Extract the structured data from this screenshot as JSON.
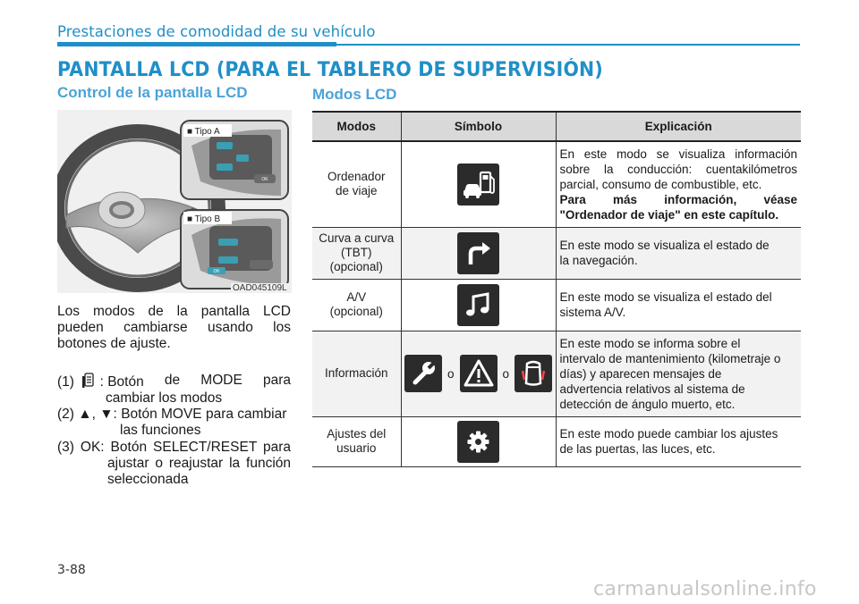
{
  "header": {
    "section": "Prestaciones de comodidad de su vehículo"
  },
  "title": "PANTALLA LCD (PARA EL TABLERO DE SUPERVISIÓN)",
  "left": {
    "heading": "Control de la pantalla LCD",
    "figure": {
      "type_a": "■ Tipo A",
      "type_b": "■ Tipo B",
      "code": "OAD045109L",
      "ok": "OK"
    },
    "intro": "Los modos de la pantalla LCD pueden cambiarse usando los botones de ajuste.",
    "items": [
      {
        "num": "(1)",
        "w1": ": Botón",
        "w2": "de",
        "w3": "MODE",
        "w4": "para",
        "rest": "cambiar los modos"
      },
      {
        "num": "(2)",
        "arrows": "▲, ▼:",
        "head": "Botón MOVE para cambiar",
        "rest": "las funciones"
      },
      {
        "num": "(3)",
        "head": "OK: Botón SELECT/RESET para",
        "rest": "ajustar o reajustar la función seleccionada"
      }
    ]
  },
  "right": {
    "heading": "Modos LCD",
    "columns": [
      "Modos",
      "Símbolo",
      "Explicación"
    ],
    "rows": [
      {
        "mode": [
          "Ordenador",
          "de viaje"
        ],
        "icon": "trip-computer-icon",
        "text": [
          "En este modo se visualiza información",
          "sobre la conducción: cuentakilómetros",
          "parcial, consumo de combustible, etc."
        ],
        "bold": [
          "Para más información, véase",
          "\"Ordenador de viaje\" en este capítulo."
        ]
      },
      {
        "mode": [
          "Curva a curva",
          "(TBT)",
          "(opcional)"
        ],
        "icon": "turn-arrow-icon",
        "text": [
          "En este modo se visualiza el estado de",
          "la navegación."
        ]
      },
      {
        "mode": [
          "A/V",
          "(opcional)"
        ],
        "icon": "music-note-icon",
        "text": [
          "En este modo se visualiza el estado del",
          "sistema A/V."
        ]
      },
      {
        "mode": [
          "Información"
        ],
        "icons": [
          "wrench-icon",
          "warning-triangle-icon",
          "blind-spot-icon"
        ],
        "or": "o",
        "text": [
          "En este modo se informa sobre el",
          "intervalo de mantenimiento (kilometraje o",
          "días) y aparecen mensajes de",
          "advertencia relativos al sistema de",
          "detección de ángulo muerto, etc."
        ]
      },
      {
        "mode": [
          "Ajustes del",
          "usuario"
        ],
        "icon": "gear-icon",
        "text": [
          "En este modo puede cambiar los ajustes",
          "de las puertas, las luces, etc."
        ]
      }
    ]
  },
  "page_number": "3-88",
  "watermark": "carmanualsonline.info",
  "colors": {
    "accent": "#1f8fc8",
    "subheading": "#4ba3d8",
    "icon_bg": "#2b2b2b"
  }
}
